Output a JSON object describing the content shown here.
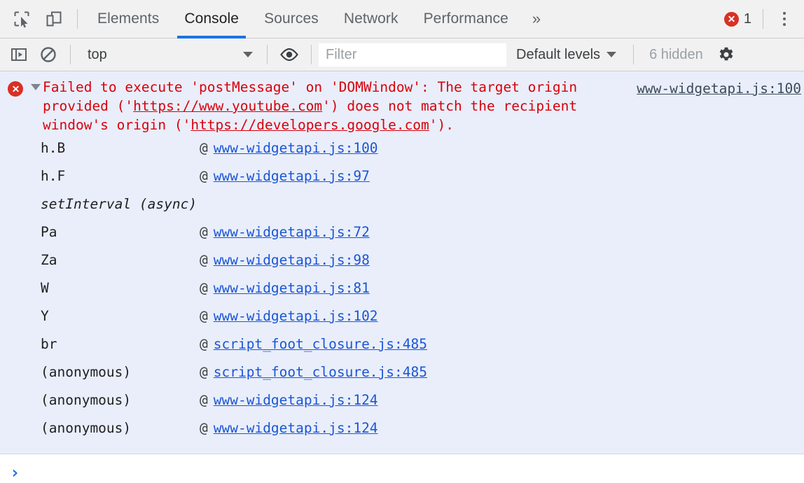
{
  "tabbar": {
    "inspect_icon": "inspect-element-icon",
    "device_icon": "device-toolbar-icon",
    "tabs": [
      {
        "label": "Elements",
        "active": false
      },
      {
        "label": "Console",
        "active": true
      },
      {
        "label": "Sources",
        "active": false
      },
      {
        "label": "Network",
        "active": false
      },
      {
        "label": "Performance",
        "active": false
      }
    ],
    "more_tabs": "»",
    "error_count": "1",
    "menu_icon": "kebab-menu-icon"
  },
  "toolbar": {
    "sidebar_icon": "show-console-sidebar-icon",
    "clear_icon": "clear-console-icon",
    "context": "top",
    "live_expression_icon": "eye-icon",
    "filter_placeholder": "Filter",
    "filter_value": "",
    "levels": "Default levels",
    "hidden": "6 hidden",
    "settings_icon": "gear-icon"
  },
  "message": {
    "level": "error",
    "expanded": true,
    "text_part1": "Failed to execute 'postMessage' on 'DOMWindow': The target origin provided ('",
    "url1": "https://www.youtube.com",
    "text_part2": "') does not match the recipient window's origin ('",
    "url2": "https://developers.google.com",
    "text_part3": "').",
    "source": "www-widgetapi.js:100",
    "stack": [
      {
        "fn": "h.B",
        "at": "@",
        "link": "www-widgetapi.js:100",
        "async": false
      },
      {
        "fn": "h.F",
        "at": "@",
        "link": "www-widgetapi.js:97",
        "async": false
      },
      {
        "fn": "setInterval (async)",
        "at": "",
        "link": "",
        "async": true
      },
      {
        "fn": "Pa",
        "at": "@",
        "link": "www-widgetapi.js:72",
        "async": false
      },
      {
        "fn": "Za",
        "at": "@",
        "link": "www-widgetapi.js:98",
        "async": false
      },
      {
        "fn": "W",
        "at": "@",
        "link": "www-widgetapi.js:81",
        "async": false
      },
      {
        "fn": "Y",
        "at": "@",
        "link": "www-widgetapi.js:102",
        "async": false
      },
      {
        "fn": "br",
        "at": "@",
        "link": "script_foot_closure.js:485",
        "async": false
      },
      {
        "fn": "(anonymous)",
        "at": "@",
        "link": "script_foot_closure.js:485",
        "async": false
      },
      {
        "fn": "(anonymous)",
        "at": "@",
        "link": "www-widgetapi.js:124",
        "async": false
      },
      {
        "fn": "(anonymous)",
        "at": "@",
        "link": "www-widgetapi.js:124",
        "async": false
      }
    ]
  },
  "prompt": {
    "chevron": "›",
    "value": ""
  },
  "colors": {
    "accent": "#1a73e8",
    "error": "#d93025",
    "error_text": "#d8000c",
    "error_bg": "#e9eefa",
    "link": "#1a56d6",
    "toolbar_bg": "#f1f1f1"
  }
}
